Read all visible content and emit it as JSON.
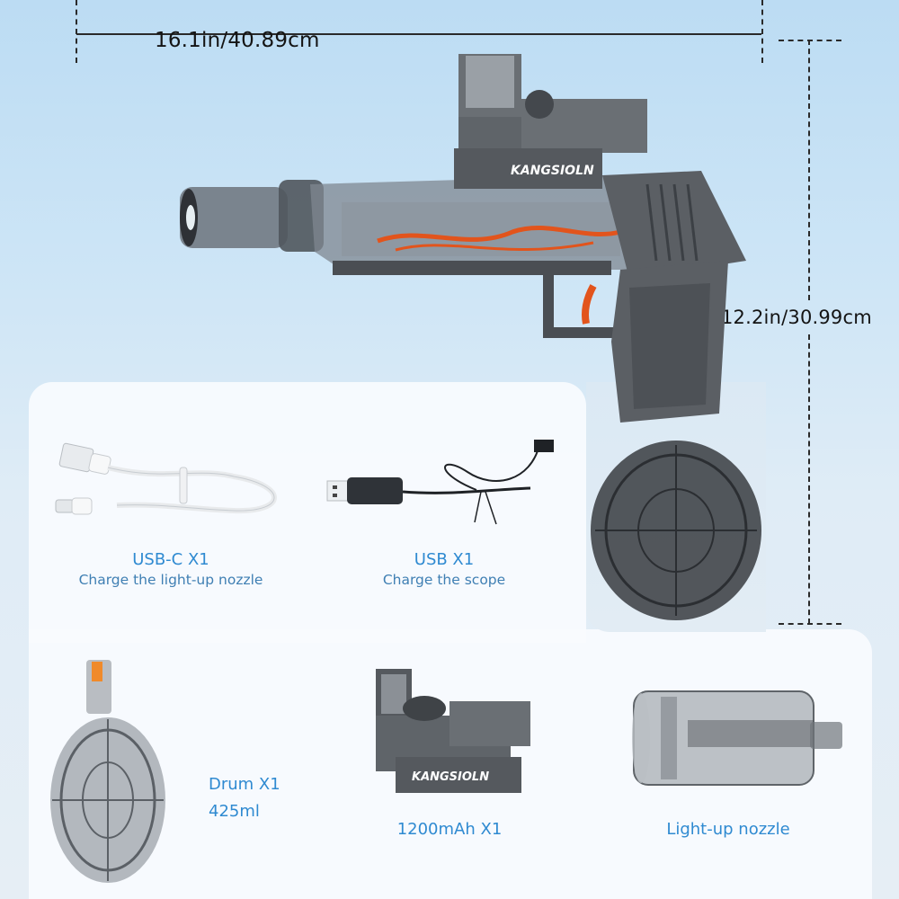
{
  "dimensions": {
    "length": "16.1in/40.89cm",
    "height": "12.2in/30.99cm"
  },
  "product": {
    "brand_logo": "KANGSIOLN",
    "accent_color": "#e2541c",
    "body_color": "#5b5f64"
  },
  "accessories": [
    {
      "icon": "usb-c-cable-icon",
      "title": "USB-C X1",
      "subtitle": "Charge the light-up nozzle"
    },
    {
      "icon": "usb-cable-icon",
      "title": "USB X1",
      "subtitle": "Charge the scope"
    },
    {
      "icon": "drum-magazine-icon",
      "title": "Drum X1",
      "subtitle": "425ml"
    },
    {
      "icon": "red-dot-scope-icon",
      "title": "1200mAh X1",
      "subtitle": ""
    },
    {
      "icon": "light-up-nozzle-icon",
      "title": "Light-up nozzle",
      "subtitle": ""
    }
  ],
  "colors": {
    "label_blue": "#2f8ad1",
    "sub_blue": "#3f7fb3",
    "dimension_text": "#141414"
  }
}
